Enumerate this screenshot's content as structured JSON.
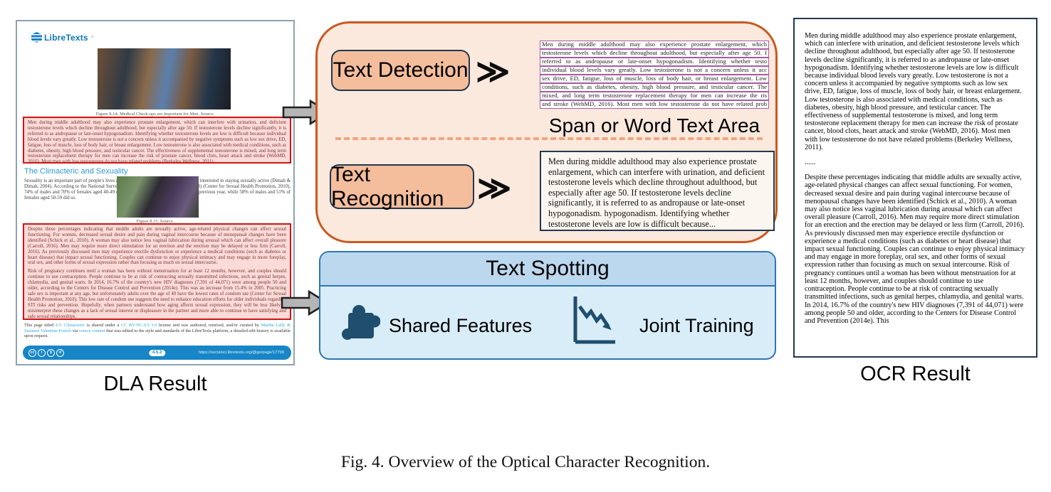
{
  "figure_caption": "Fig. 4.  Overview of the Optical Character Recognition.",
  "dla": {
    "label": "DLA Result",
    "page": {
      "logo": "LibreTexts",
      "logo_tm": "™",
      "photo1_caption": "Figure 8.14: Medical Check-ups are Important for Men. Source.",
      "highlight1": "Men during middle adulthood may also experience prostate enlargement, which can interfere with urination, and deficient testosterone levels which decline throughout adulthood, but especially after age 50. If testosterone levels decline significantly, it is referred to as andropause or late-onset hypogonadism. Identifying whether testosterone levels are low is difficult because individual blood levels vary greatly. Low testosterone is not a concern unless it accompanied by negative symptoms such as low sex drive, ED, fatigue, loss of muscle, loss of body hair, or breast enlargement. Low testosterone is also associated with medical conditions, such as diabetes, obesity, high blood pressure, and testicular cancer. The effectiveness of supplemental testosterone is mixed, and long term testosterone replacement therapy for men can increase the risk of prostate cancer, blood clots, heart attack and stroke (WebMD, 2016). Most men with low testosterone do not have related problems (Berkeley Wellness, 2011).",
      "heading": "The Climacteric and Sexuality",
      "body1": "Sexuality is an important part of people's lives at any age, and many older adults are very interested in staying sexually active (Dimah & Dimah, 2004). According to the National Survey of Sexual Health and Behavior (NSSHB) (Center for Sexual Health Promotion, 2010), 74% of males and 70% of females aged 40-49 engaged in vaginal intercourse during the previous year, while 58% of males and 51% of females aged 50-59 did so.",
      "photo2_caption": "Figure 8.15. Source.",
      "highlight2a": "Despite these percentages indicating that middle adults are sexually active, age-related physical changes can affect sexual functioning. For women, decreased sexual desire and pain during vaginal intercourse because of menopausal changes have been identified (Schick et al., 2010). A woman may also notice less vaginal lubrication during arousal which can affect overall pleasure (Carroll, 2016). Men may require more direct stimulation for an erection and the erection may be delayed or less firm (Carroll, 2016). As previously discussed men may experience erectile dysfunction or experience a medical conditions (such as diabetes or heart disease) that impact sexual functioning. Couples can continue to enjoy physical intimacy and may engage in more foreplay, oral sex, and other forms of sexual expression rather than focusing as much on sexual intercourse.",
      "highlight2b": "Risk of pregnancy continues until a woman has been without menstruation for at least 12 months, however, and couples should continue to use contraception. People continue to be at risk of contracting sexually transmitted infections, such as genital herpes, chlamydia, and genital warts. In 2014, 16.7% of the country's new HIV diagnoses (7,391 of 44,071) were among people 50 and older, according to the Centers for Disease Control and Prevention (2014e). This was an increase from 15.4% in 2005. Practicing safe sex is important at any age, but unfortunately adults over the age of 40 have the lowest rates of condom use (Center for Sexual Health Promotion, 2010). This low rate of condom use suggests the need to enhance education efforts for older individuals regarding STI risks and prevention. Hopefully, when partners understand how aging affects sexual expression, they will be less likely to misinterpret these changes as a lack of sexual interest or displeasure in the partner and more able to continue to have satisfying and safe sexual relationships.",
      "license": {
        "seg0": "This page titled ",
        "link1": "4.5: Climacteric",
        "seg1": " is shared under a ",
        "link2": "CC BY-NC-SA 3.0",
        "seg2": " license and was authored, remixed, and/or curated by ",
        "link3": "Martha Lally & Suzanne Valentine-French",
        "seg3": " via ",
        "link4": "source content",
        "seg4": " that was edited to the style and standards of the LibreTexts platform; a detailed edit history is available upon request."
      },
      "footer": {
        "badge": "4.5.3",
        "url": "https://socialsci.libretexts.org/@go/page/17799"
      }
    }
  },
  "pipeline": {
    "detection_label": "Text Detection",
    "recognition_label": "Text Recognition",
    "chevrons": "≫",
    "span_area_label": "Span or Word Text Area",
    "span_lines": [
      "Men during middle adulthood may also experience prostate enlargement, which",
      "testosterone levels which decline throughout adulthood, but especially after age 50. I",
      "referred to as andropause or late-onset hypogonadism. Identifying whether testo",
      "individual blood levels vary greatly. Low testosterone is not a concern unless it acc",
      "sex drive, ED, fatigue, loss of muscle, loss of body hair, or breast enlargement. Low",
      "conditions, such as diabetes, obesity, high blood pressure, and testicular cancer. The",
      "mixed, and long term testosterone replacement therapy for men can increase the ris",
      "and stroke (WebMD, 2016). Most men with low testosterone do not have related prob"
    ],
    "recognized_text": "Men during middle adulthood may also experience prostate enlargement, which can interfere with urination, and deficient testosterone levels which decline throughout adulthood, but especially after age 50. If testosterone levels decline significantly, it is referred to as andropause or late-onset hypogonadism. hypogonadism. Identifying whether testosterone levels are low is difficult because..."
  },
  "spotting": {
    "title": "Text Spotting",
    "shared_features": "Shared Features",
    "joint_training": "Joint Training"
  },
  "ocr": {
    "label": "OCR Result",
    "para1": "Men during middle adulthood may also experience prostate enlargement, which can interfere with urination, and deficient testosterone levels which decline throughout adulthood, but especially after age 50. If testosterone levels decline significantly, it is referred to as andropause or late-onset hypogonadism. Identifying whether testosterone levels are low is difficult because individual blood levels vary greatly. Low testosterone is not a concern unless it accompanied by negative symptoms such as low sex drive, ED, fatigue, loss of muscle, loss of body hair, or breast enlargement. Low testosterone is also associated with medical conditions, such as diabetes, obesity, high blood pressure, and testicular cancer. The effectiveness of supplemental testosterone is mixed, and long term testosterone replacement therapy for men can increase the risk of prostate cancer, blood clots, heart attack and stroke (WebMD, 2016). Most men with low testosterone do not have related problems (Berkeley Wellness, 2011).",
    "ellipsis": "......",
    "para2": "Despite these percentages indicating that middle adults are sexually active, age-related physical changes can affect sexual functioning. For women, decreased sexual desire and pain during vaginal intercourse because of menopausal changes have been identified (Schick et al., 2010). A woman may also notice less vaginal lubrication during arousal which can affect overall pleasure (Carroll, 2016). Men may require more direct stimulation for an erection and the erection may be delayed or less firm (Carroll, 2016). As previously discussed men may experience erectile dysfunction or experience a medical conditions (such as diabetes or heart disease) that impact sexual functioning. Couples can continue to enjoy physical intimacy and may engage in more foreplay, oral sex, and other forms of sexual expression rather than focusing as much on sexual intercourse. Risk of pregnancy continues until a woman has been without menstruation for at least 12 months, however, and couples should continue to use contraception. People continue to be at risk of contracting sexually transmitted infections, such as genital herpes, chlamydia, and genital warts. In 2014, 16.7% of the country's new HIV diagnoses (7,391 of 44,071) were among people 50 and older, according to the Centers for Disease Control and Prevention (2014e). This"
  },
  "colors": {
    "orange_border": "#C9591F",
    "orange_fill": "#FBE9DE",
    "button_fill": "#F4BD9C",
    "dark_border": "#22384E",
    "blue_border": "#2E75B6",
    "blue_header": "#BCD8EE",
    "blue_body": "#D9EDF8",
    "icon_navy": "#1F4E6E",
    "detect_box_purple": "#A95AA5",
    "highlight_red": "#D11414",
    "link_blue": "#29ABE2",
    "footer_bar_blue": "#1786C7"
  }
}
